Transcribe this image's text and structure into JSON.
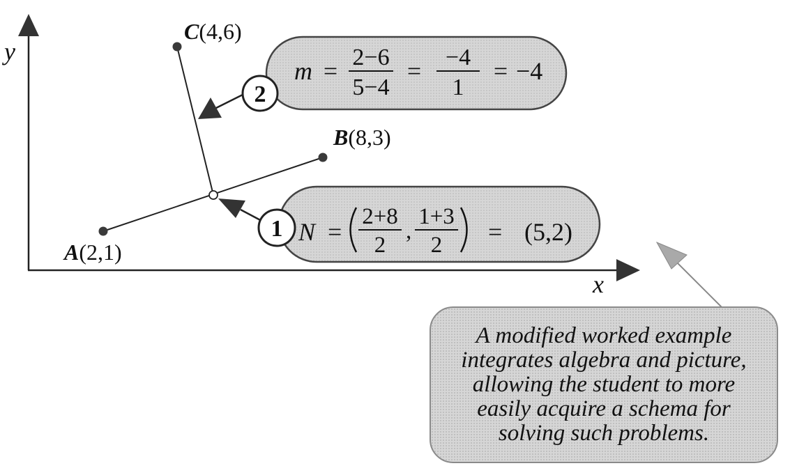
{
  "axes": {
    "x_label": "x",
    "y_label": "y"
  },
  "points": {
    "A": {
      "letter": "A",
      "coords": "(2,1)"
    },
    "B": {
      "letter": "B",
      "coords": "(8,3)"
    },
    "C": {
      "letter": "C",
      "coords": "(4,6)"
    }
  },
  "step1": {
    "number": "1",
    "lhs": "N",
    "eq": "=",
    "frac1_num": "2+8",
    "frac1_den": "2",
    "comma": ",",
    "frac2_num": "1+3",
    "frac2_den": "2",
    "eq2": "=",
    "result": "(5,2)"
  },
  "step2": {
    "number": "2",
    "lhs": "m",
    "eq1": "=",
    "frac1_num": "2−6",
    "frac1_den": "5−4",
    "eq2": "=",
    "frac2_num": "−4",
    "frac2_den": "1",
    "eq3": "=",
    "result": "−4"
  },
  "note": {
    "text": "A modified worked example integrates algebra and picture, allowing the student to more easily acquire a schema for solving such problems."
  },
  "colors": {
    "bubble_fill": "#d6d6d6",
    "bubble_stroke": "#8a8a8a",
    "ink": "#111111",
    "pointer_arrow": "#a9a9a9"
  }
}
